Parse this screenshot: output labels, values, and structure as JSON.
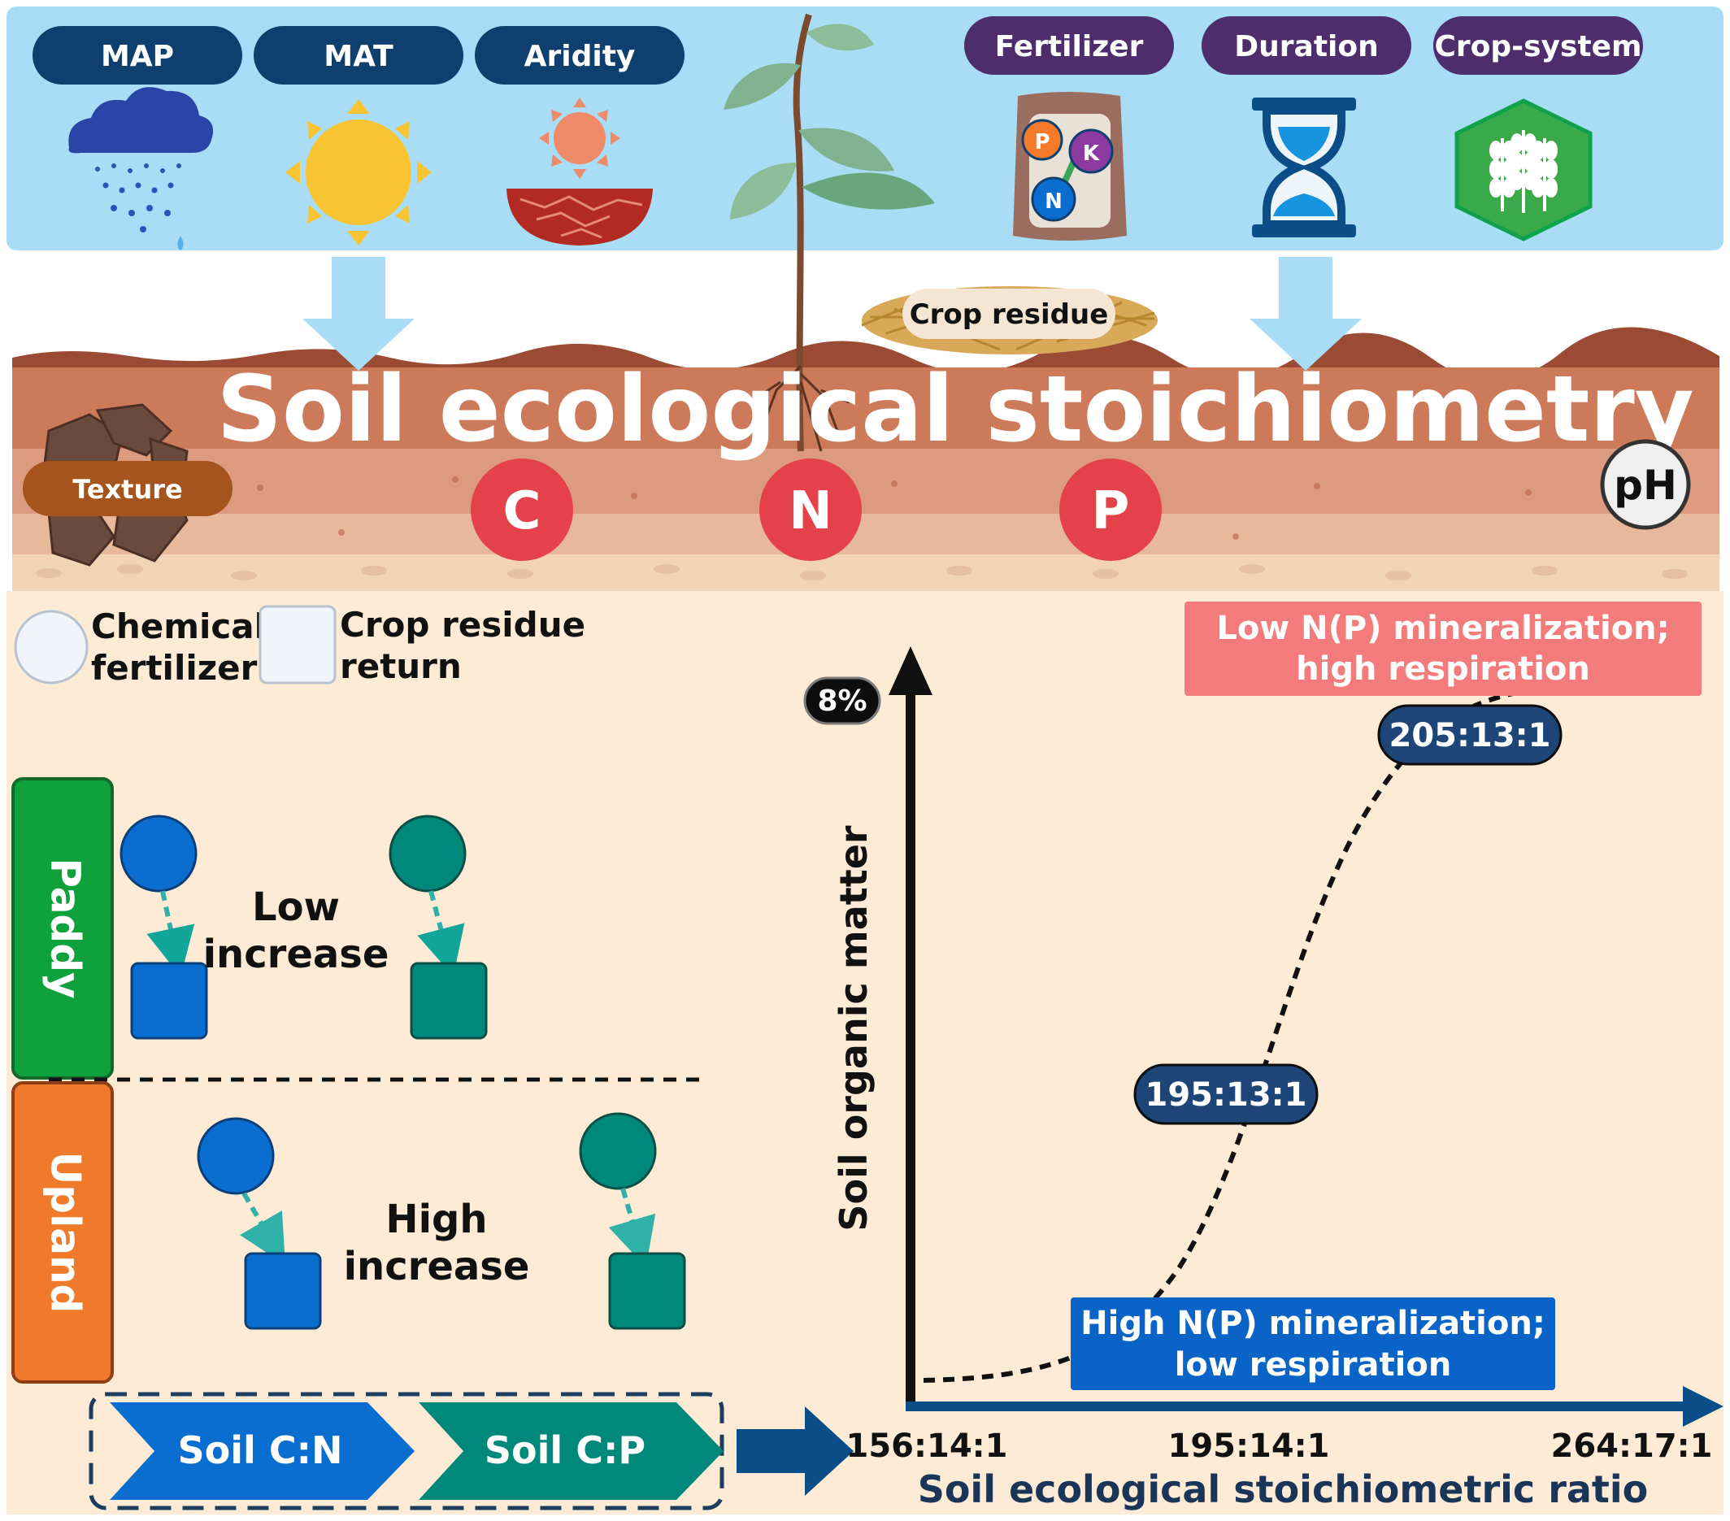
{
  "title": "Soil ecological stoichiometry",
  "factors": {
    "climate": [
      "MAP",
      "MAT",
      "Aridity"
    ],
    "management": [
      "Fertilizer",
      "Duration",
      "Crop-system"
    ],
    "fertilizer_nutrients": [
      "P",
      "K",
      "N"
    ]
  },
  "crop_residue_label": "Crop residue",
  "soil_properties": {
    "texture": "Texture",
    "ph": "pH",
    "elements": [
      "C",
      "N",
      "P"
    ]
  },
  "legend": {
    "circle_line1": "Chemical",
    "circle_line2": "fertilizer",
    "square_line1": "Crop residue",
    "square_line2": "return"
  },
  "land_use": {
    "paddy": {
      "label": "Paddy",
      "effect_line1": "Low",
      "effect_line2": "increase"
    },
    "upland": {
      "label": "Upland",
      "effect_line1": "High",
      "effect_line2": "increase"
    }
  },
  "ratio_chevrons": [
    "Soil C:N",
    "Soil C:P"
  ],
  "chart_data": {
    "type": "line",
    "xlabel": "Soil ecological stoichiometric ratio",
    "ylabel": "Soil organic matter",
    "x_ticks": [
      "156:14:1",
      "195:14:1",
      "264:17:1"
    ],
    "y_marker": "8%",
    "curve_labels": [
      "195:13:1",
      "205:13:1"
    ],
    "annotations": {
      "low_line1": "High N(P) mineralization;",
      "low_line2": "low respiration",
      "high_line1": "Low N(P) mineralization;",
      "high_line2": "high respiration"
    },
    "colors": {
      "low_box": "#0a64c8",
      "high_box": "#f47b7b",
      "axis": "#1b4f7c"
    }
  },
  "colors": {
    "sky": "#a9dcf5",
    "lower_panel": "#fdebd6",
    "climate_pill": "#0e3f6e",
    "management_pill": "#4d2d6b",
    "element_circle": "#e5414a",
    "chemical_paddy": "#0a6ed1",
    "residue_paddy": "#00897b",
    "paddy_bar": "#0fa13b",
    "upland_bar": "#f07a2c"
  }
}
